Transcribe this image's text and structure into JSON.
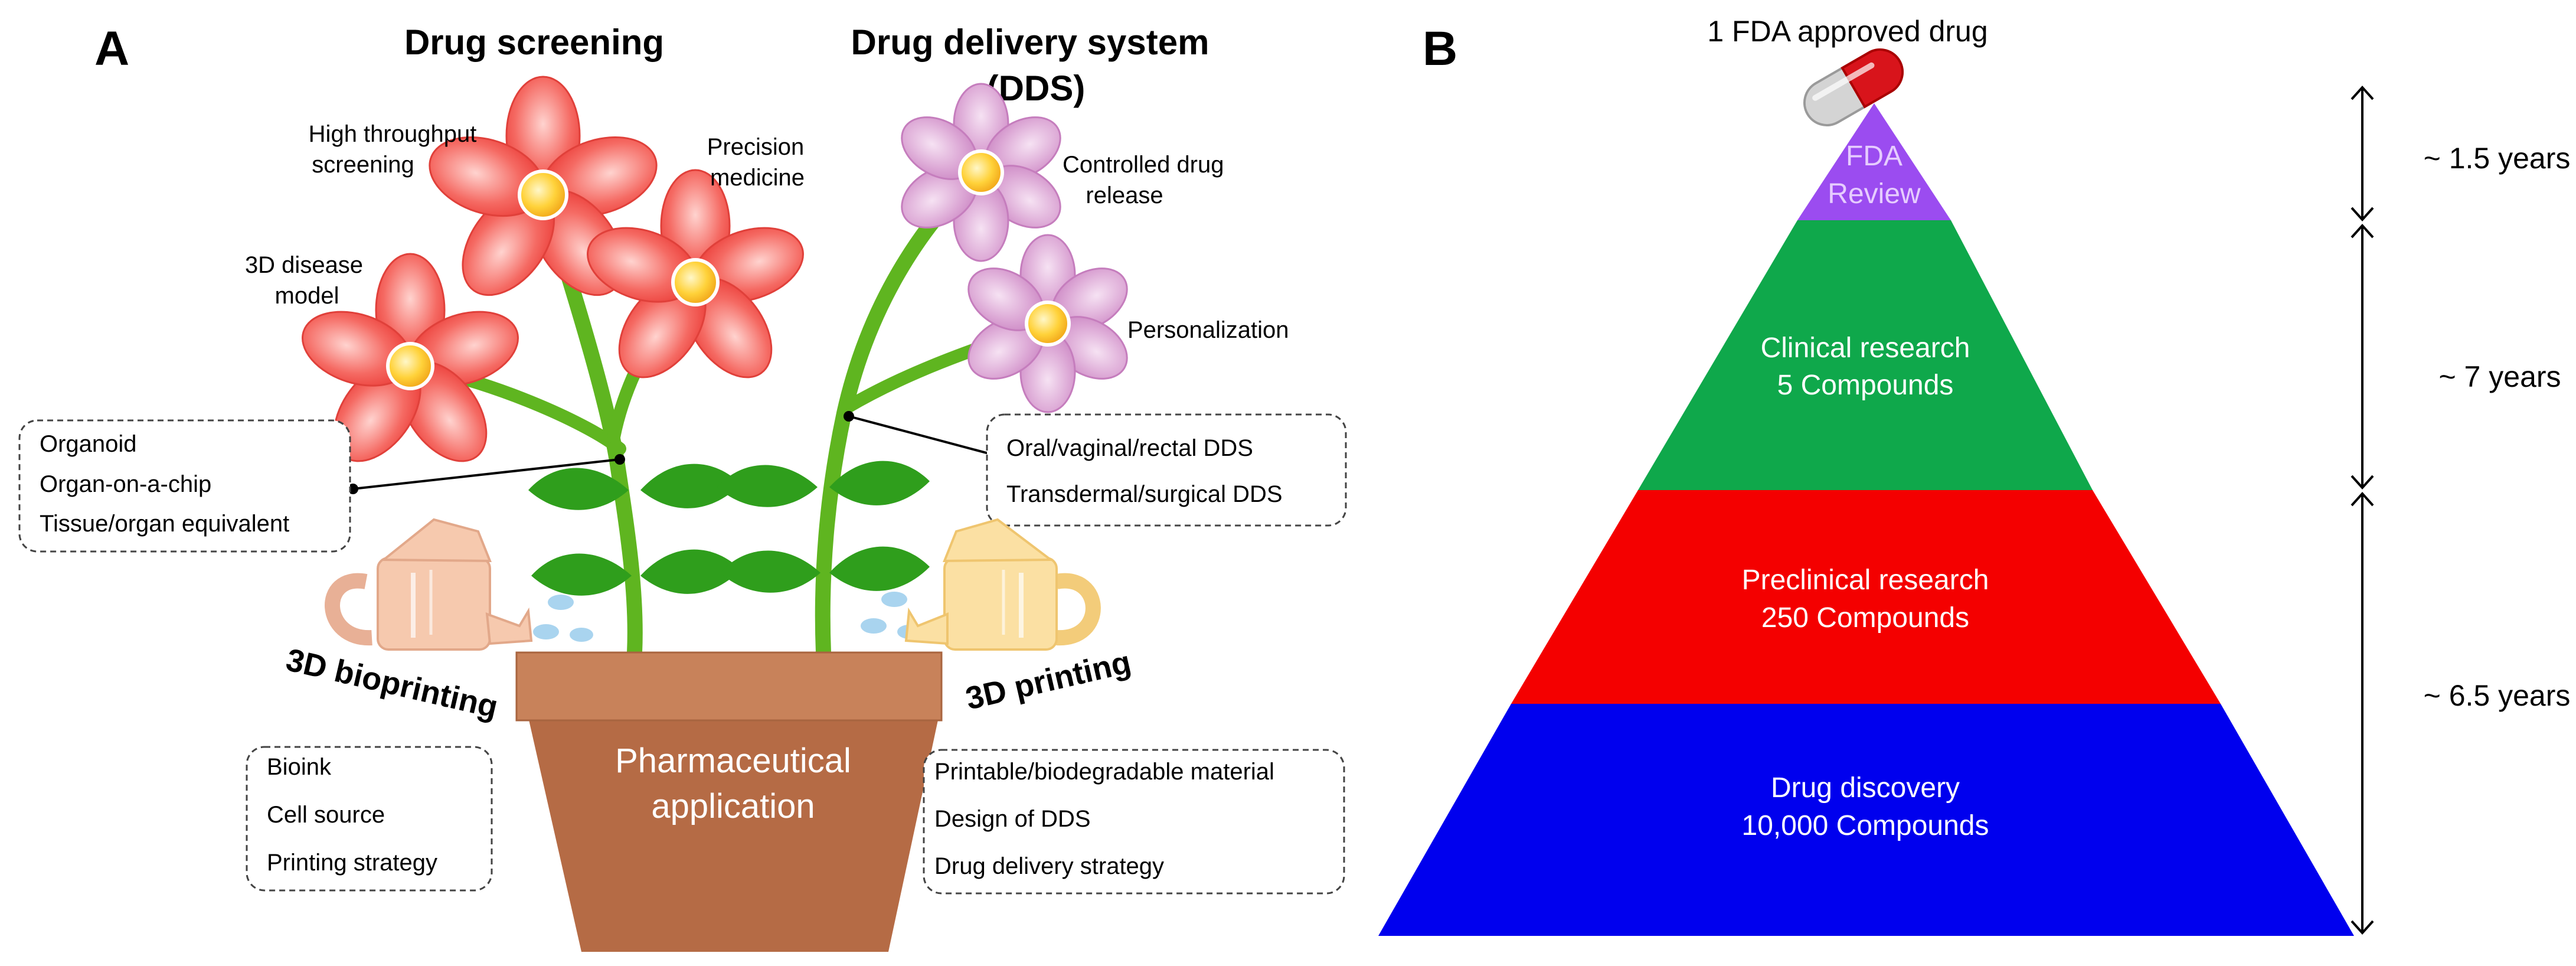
{
  "panel_a": {
    "letter": "A",
    "left_heading": "Drug screening",
    "right_heading_line1": "Drug delivery system",
    "right_heading_line2": "(DDS)",
    "flower_labels": {
      "hts_line1": "High throughput",
      "hts_line2": "screening",
      "precision_line1": "Precision",
      "precision_line2": "medicine",
      "disease_line1": "3D disease",
      "disease_line2": "model",
      "controlled_line1": "Controlled drug",
      "controlled_line2": "release",
      "personalization": "Personalization"
    },
    "screening_models": [
      "Organoid",
      "Organ-on-a-chip",
      "Tissue/organ equivalent"
    ],
    "dds_types": [
      "Oral/vaginal/rectal DDS",
      "Transdermal/surgical DDS"
    ],
    "bioprinting_label": "3D bioprinting",
    "printing_label": "3D printing",
    "bioprinting_items": [
      "Bioink",
      "Cell source",
      "Printing strategy"
    ],
    "printing_items": [
      "Printable/biodegradable material",
      "Design of DDS",
      "Drug delivery strategy"
    ],
    "pot_line1": "Pharmaceutical",
    "pot_line2": "application",
    "colors": {
      "red_petal": "#f0433f",
      "pink_petal": "#d89bd1",
      "flower_center": "#ffd23a",
      "stem": "#5fb520",
      "leaf": "#2f9e1c",
      "pot": "#b56b45",
      "pot_rim": "#c8825a",
      "can_left": "#f6c9ae",
      "can_right": "#fbe0a3"
    }
  },
  "panel_b": {
    "letter": "B",
    "top_label": "1 FDA approved drug",
    "tiers": [
      {
        "line1": "FDA",
        "line2": "Review",
        "color": "#9b4cf0"
      },
      {
        "line1": "Clinical research",
        "line2": "5 Compounds",
        "color": "#0fa84b"
      },
      {
        "line1": "Preclinical research",
        "line2": "250 Compounds",
        "color": "#f40000"
      },
      {
        "line1": "Drug discovery",
        "line2": "10,000 Compounds",
        "color": "#0000ee"
      }
    ],
    "durations": [
      "~ 1.5 years",
      "~ 7 years",
      "~ 6.5 years"
    ]
  }
}
